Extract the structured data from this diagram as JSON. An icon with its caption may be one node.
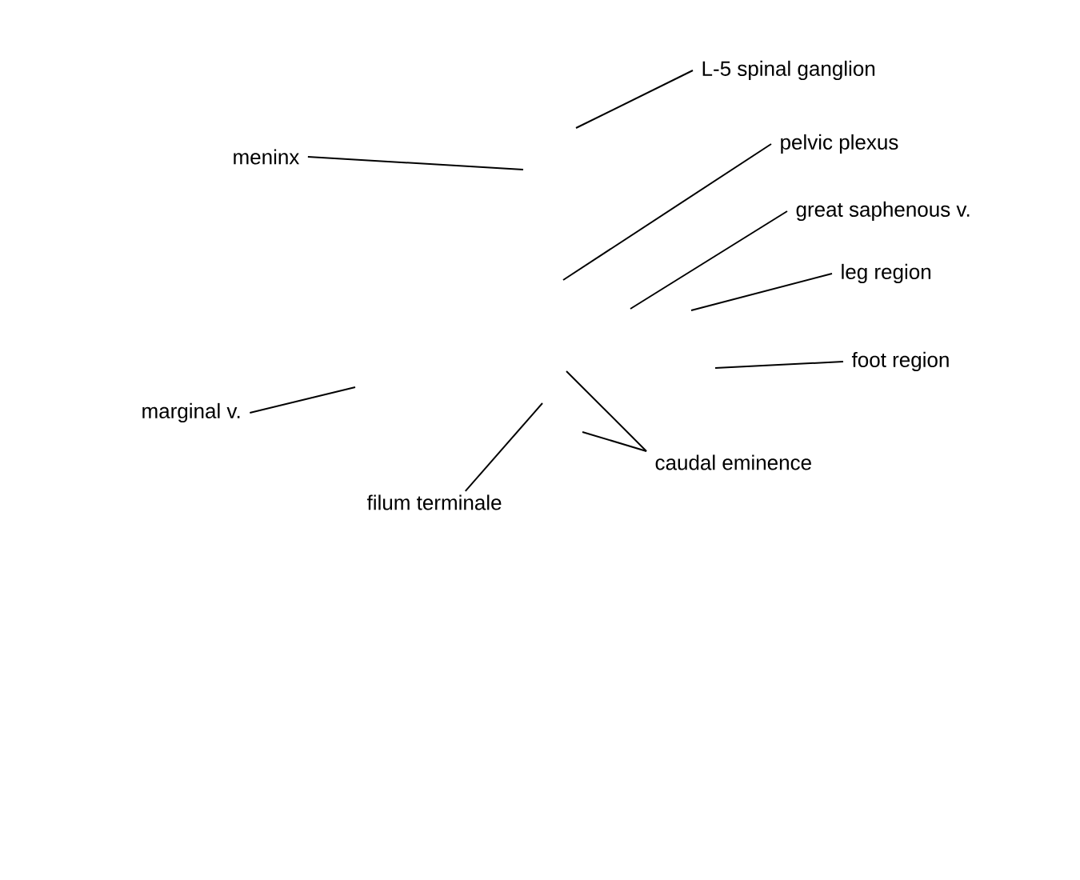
{
  "diagram": {
    "nodes": [
      {
        "text": [
          "L-5 spinal ganglion"
        ]
      },
      {
        "text": [
          "pelvic plexus"
        ]
      },
      {
        "text": [
          "meninx"
        ]
      },
      {
        "text": [
          "great saphenous v."
        ]
      },
      {
        "text": [
          "leg region"
        ]
      },
      {
        "text": [
          "foot region"
        ]
      },
      {
        "text": [
          "marginal v."
        ]
      },
      {
        "text": [
          "caudal eminence"
        ]
      },
      {
        "text": [
          "filum terminale"
        ]
      }
    ],
    "edges": [
      {
        "from": 0,
        "to": null,
        "arrow": "none"
      },
      {
        "from": 1,
        "to": null,
        "arrow": "none"
      },
      {
        "from": 2,
        "to": null,
        "arrow": "none"
      },
      {
        "from": 3,
        "to": null,
        "arrow": "none"
      },
      {
        "from": 4,
        "to": null,
        "arrow": "none"
      },
      {
        "from": 5,
        "to": null,
        "arrow": "none"
      },
      {
        "from": 6,
        "to": null,
        "arrow": "none"
      },
      {
        "from": 7,
        "to": null,
        "arrow": "none"
      },
      {
        "from": 7,
        "to": null,
        "arrow": "none"
      },
      {
        "from": 8,
        "to": null,
        "arrow": "none"
      }
    ]
  }
}
